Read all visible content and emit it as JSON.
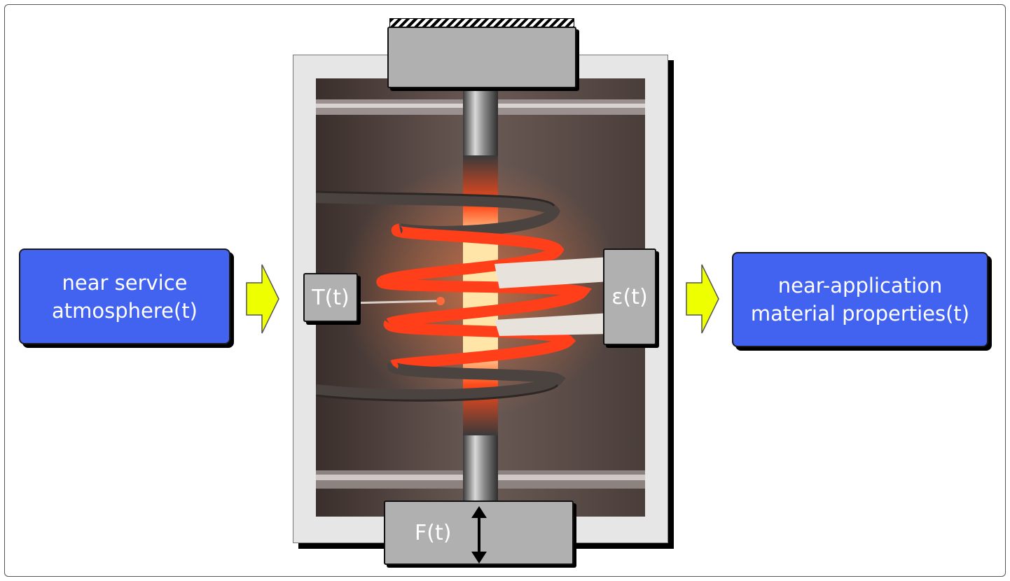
{
  "input_box": {
    "line1": "near service",
    "line2": "atmosphere(t)"
  },
  "output_box": {
    "line1": "near-application",
    "line2": "material properties(t)"
  },
  "sensors": {
    "temperature": "T(t)",
    "strain": "ε(t)",
    "force": "F(t)"
  },
  "colors": {
    "box_blue": "#4262f0",
    "arrow_yellow": "#eeff00",
    "glow": "#ff5a1f"
  },
  "icons": {
    "flow_arrow": "block-arrow-right",
    "force_arrow": "double-headed-vertical-arrow",
    "fixed_support": "hatched-support"
  }
}
